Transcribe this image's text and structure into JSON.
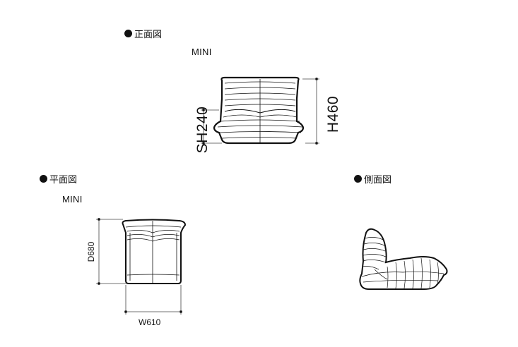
{
  "front_view": {
    "heading": "正面図",
    "model": "MINI",
    "seat_height": "SH240",
    "height": "H460"
  },
  "plan_view": {
    "heading": "平面図",
    "model": "MINI",
    "depth": "D680",
    "width": "W610"
  },
  "side_view": {
    "heading": "側面図"
  }
}
